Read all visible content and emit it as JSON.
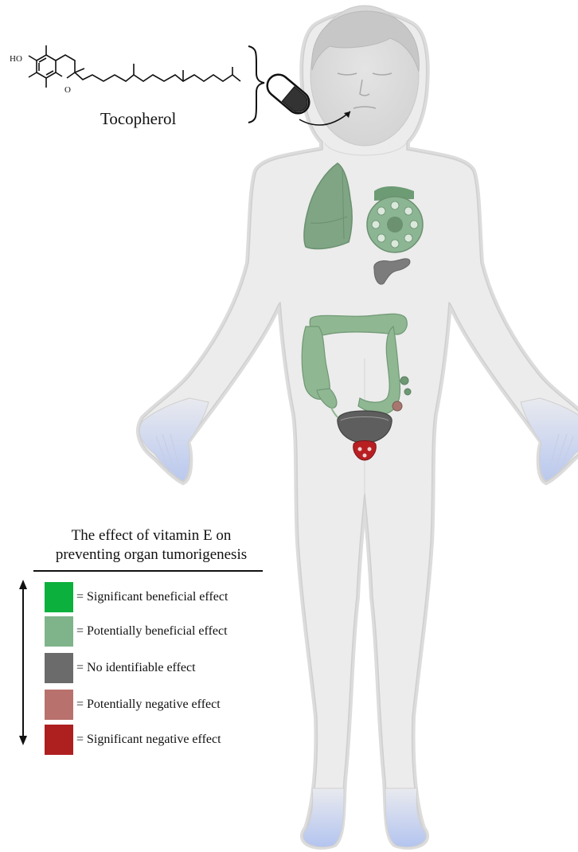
{
  "molecule": {
    "name": "Tocopherol",
    "hydroxyl_label": "HO",
    "oxygen_label": "O"
  },
  "legend": {
    "title_line1": "The effect of vitamin E on",
    "title_line2": "preventing organ tumorigenesis",
    "items": [
      {
        "label": "= Significant beneficial effect",
        "color": "#0cb03c"
      },
      {
        "label": "= Potentially beneficial effect",
        "color": "#7fb38a"
      },
      {
        "label": "= No identifiable effect",
        "color": "#6b6b6b"
      },
      {
        "label": "= Potentially negative effect",
        "color": "#b9716d"
      },
      {
        "label": "= Significant negative effect",
        "color": "#ae1f20"
      }
    ]
  },
  "organs": {
    "lung": "potentially-beneficial",
    "liver": "potentially-beneficial",
    "pancreas": "no-identifiable-effect",
    "colon": "potentially-beneficial",
    "bladder": "no-identifiable-effect",
    "prostate": "significant-negative",
    "colon_spot": "potentially-negative"
  },
  "icons": [
    "capsule-icon",
    "bracket-icon",
    "arrow-icon",
    "double-arrow-icon"
  ]
}
